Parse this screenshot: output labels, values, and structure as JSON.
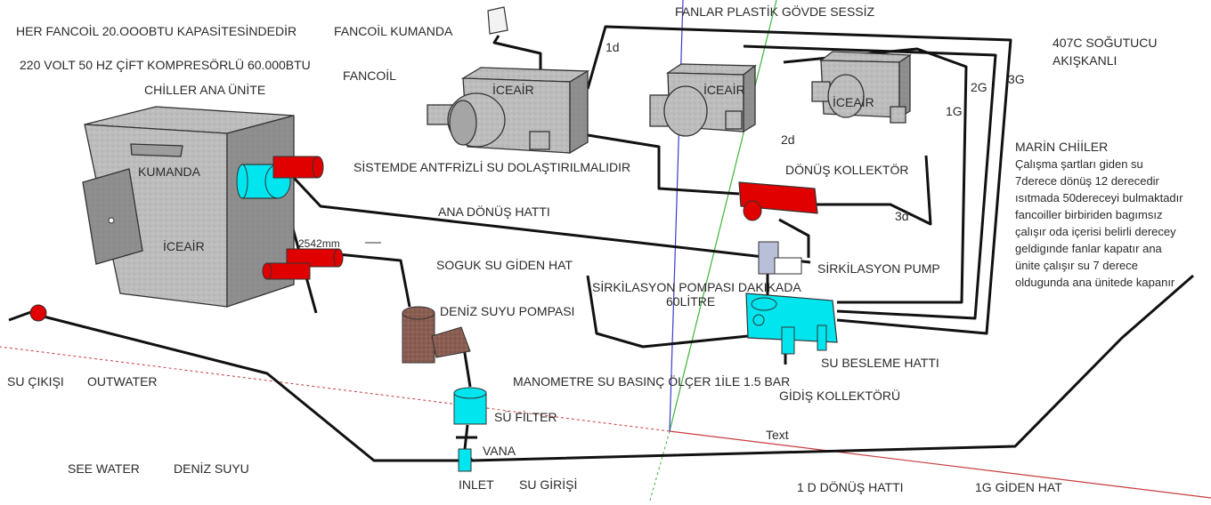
{
  "colors": {
    "background": "#ffffff",
    "pipe": "#111111",
    "unit_gray": "#b9b9b9",
    "collector_red": "#e00000",
    "cyan": "#00e5ee",
    "pump_brown": "#8a5a4e",
    "axis_red": "#c83c3c",
    "axis_green": "#3cb43c",
    "axis_blue": "#3c3cc8"
  },
  "labels": {
    "fancoil_capacity": "HER FANCOİL 20.OOOBTU KAPASİTESİNDEDİR",
    "fancoil_control": "FANCOİL KUMANDA",
    "chiller_spec": "220 VOLT 50 HZ ÇİFT KOMPRESÖRLÜ 60.000BTU",
    "fancoil": "FANCOİL",
    "chiller_main": "CHİLLER ANA ÜNİTE",
    "plastic_fans": "FANLAR PLASTİK GÖVDE SESSİZ",
    "refrigerant_line1": "407C SOĞUTUCU",
    "refrigerant_line2": "AKIŞKANLI",
    "control": "KUMANDA",
    "antifreeze": "SİSTEMDE ANTFRİZLİ SU DOLAŞTIRILMALIDIR",
    "return_collector": "DÖNÜŞ KOLLEKTÖR",
    "main_return": "ANA  DÖNÜŞ  HATTI",
    "cold_supply": "SOGUK SU GİDEN HAT",
    "dimension": "2542mm",
    "circulation_pump": "SİRKİLASYON PUMP",
    "pump_rate_line1": "SİRKİLASYON POMPASI DAKIKADA",
    "pump_rate_line2": "60LİTRE",
    "seawater_pump": "DENİZ SUYU POMPASI",
    "supply_line": "SU BESLEME HATTI",
    "manometer": "MANOMETRE SU BASINÇ ÖLÇER 1İLE 1.5 BAR",
    "supply_collector": "GİDİŞ KOLLEKTÖRÜ",
    "water_out": "SU ÇIKIŞI",
    "outwater": "OUTWATER",
    "filter": "SÜ FİLTER",
    "valve": "VANA",
    "see_water": "SEE  WATER",
    "sea_water": "DENİZ SUYU",
    "inlet": "INLET",
    "water_inlet": "SU GİRİŞİ",
    "return_line_1d": "1 D    DÖNÜŞ HATTI",
    "supply_line_1g": "1G    GİDEN HAT",
    "text_tag": "Text",
    "brand": "İCEAİR",
    "pipe_1d": "1d",
    "pipe_2d": "2d",
    "pipe_3d": "3d",
    "pipe_1g": "1G",
    "pipe_2g": "2G",
    "pipe_3g": "3G"
  },
  "marine_chiller": {
    "title": "MARİN CHİİLER",
    "lines": [
      "Çalışma şartları giden su",
      "7derece dönüş 12 derecedir",
      "ısıtmada 50dereceyi bulmaktadır",
      "fancoiller birbiriden bagımsız",
      "çalışır oda içerisi belirli derecey",
      "geldigınde fanlar kapatır ana",
      "ünite çalışır su 7 derece",
      "oldugunda ana ünitede kapanır"
    ]
  }
}
